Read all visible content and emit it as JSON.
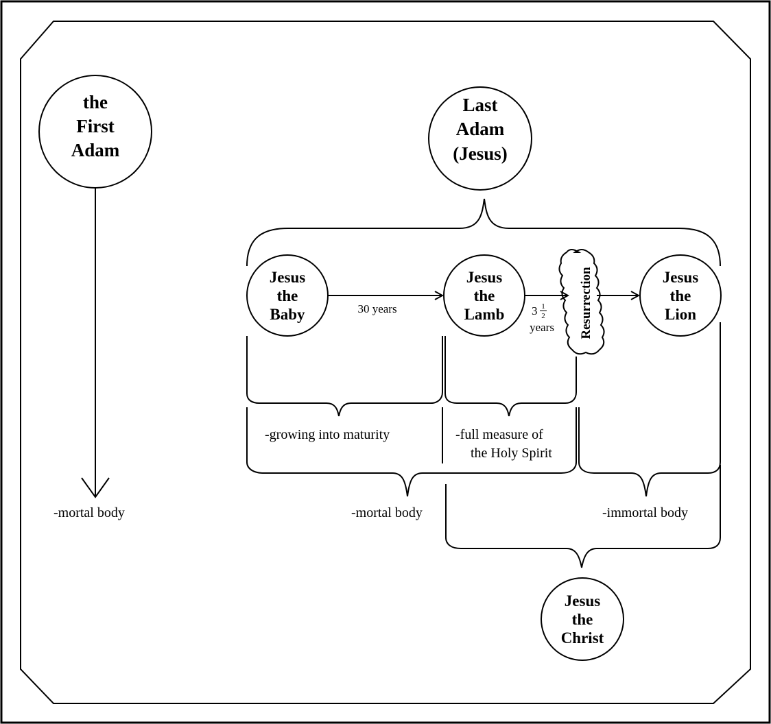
{
  "nodes": {
    "first_adam": [
      "the",
      "First",
      "Adam"
    ],
    "last_adam": [
      "Last",
      "Adam",
      "(Jesus)"
    ],
    "baby": [
      "Jesus",
      "the",
      "Baby"
    ],
    "lamb": [
      "Jesus",
      "the",
      "Lamb"
    ],
    "lion": [
      "Jesus",
      "the",
      "Lion"
    ],
    "christ": [
      "Jesus",
      "the",
      "Christ"
    ],
    "resurrection": "Resurrection"
  },
  "edges": {
    "baby_to_lamb": "30 years",
    "lamb_to_resurrection_whole": "3",
    "lamb_to_resurrection_num": "1",
    "lamb_to_resurrection_den": "2",
    "lamb_to_resurrection_unit": "years"
  },
  "labels": {
    "first_adam_body": "-mortal body",
    "growing": "-growing into maturity",
    "full_measure_1": "-full measure of",
    "full_measure_2": "the Holy Spirit",
    "mortal_body": "-mortal body",
    "immortal_body": "-immortal body"
  }
}
